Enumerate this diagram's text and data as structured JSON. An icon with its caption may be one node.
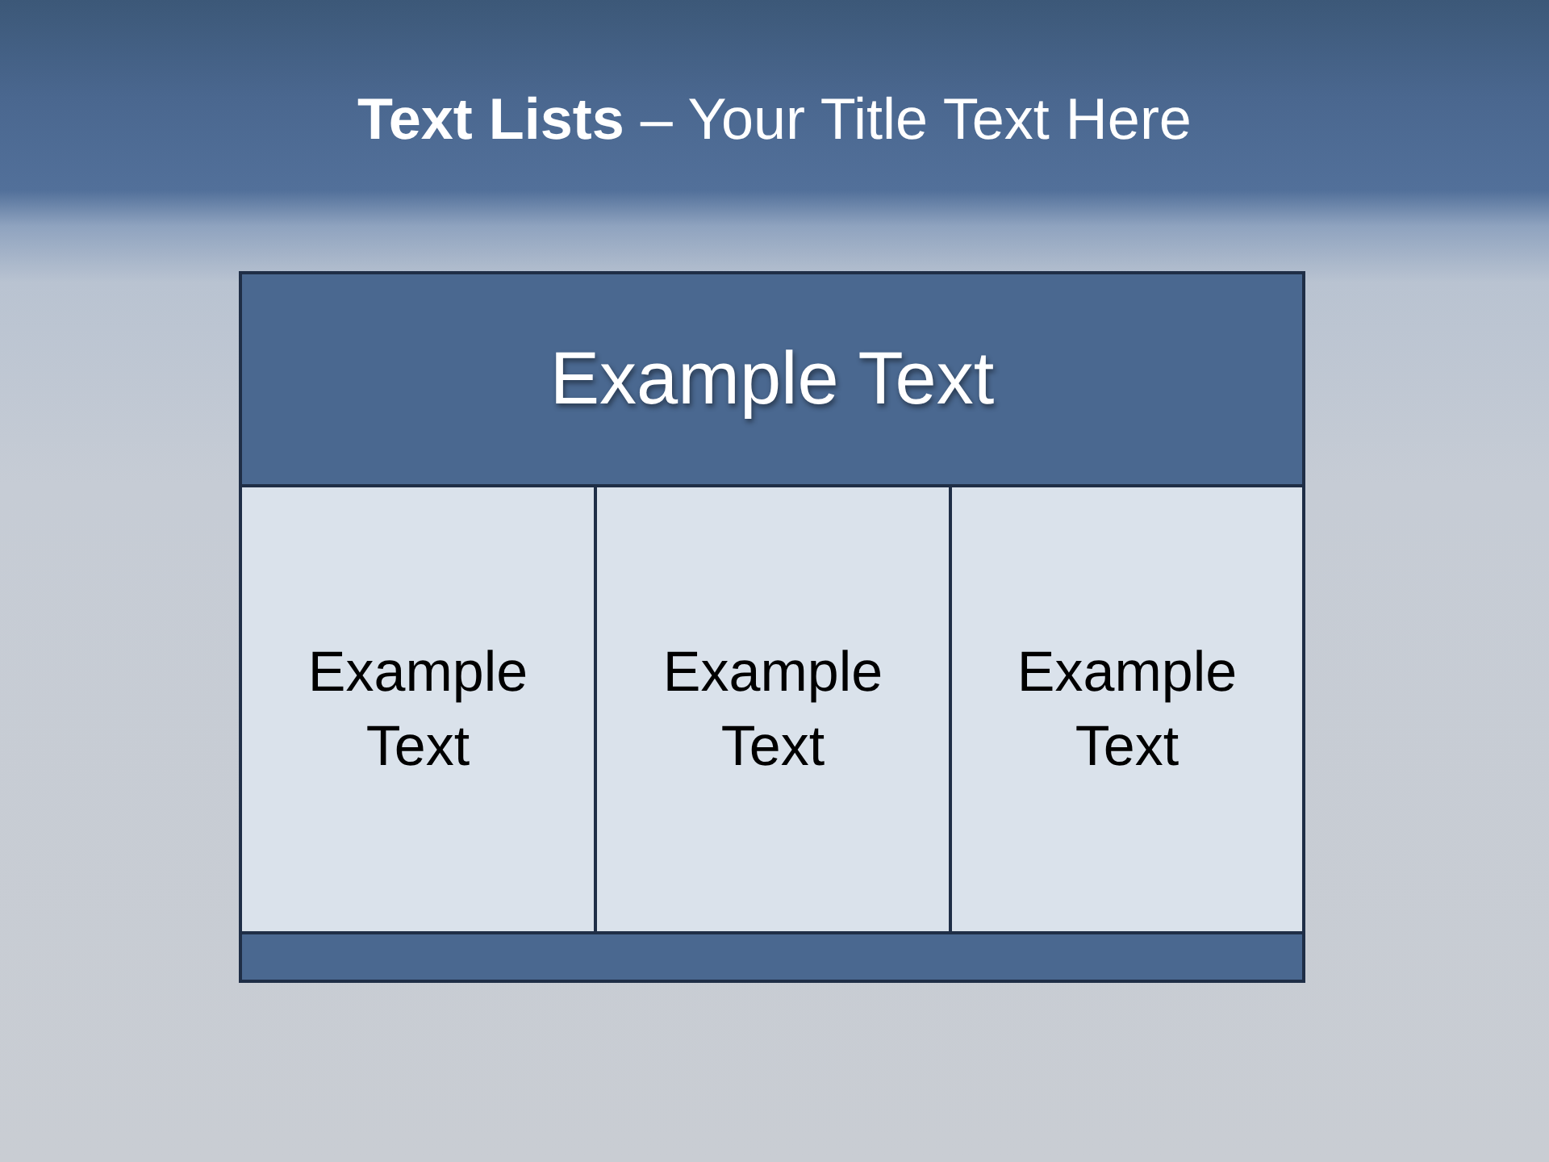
{
  "diagram": {
    "title": "**Text Lists** – Your Title Text Here",
    "nodes": [
      {
        "text": [
          "Example Text"
        ]
      },
      {
        "text": [
          "Example Text"
        ]
      },
      {
        "text": [
          "Example Text"
        ]
      },
      {
        "text": [
          "Example Text"
        ]
      },
      {
        "text": [],
        "shape": "bar"
      }
    ]
  }
}
